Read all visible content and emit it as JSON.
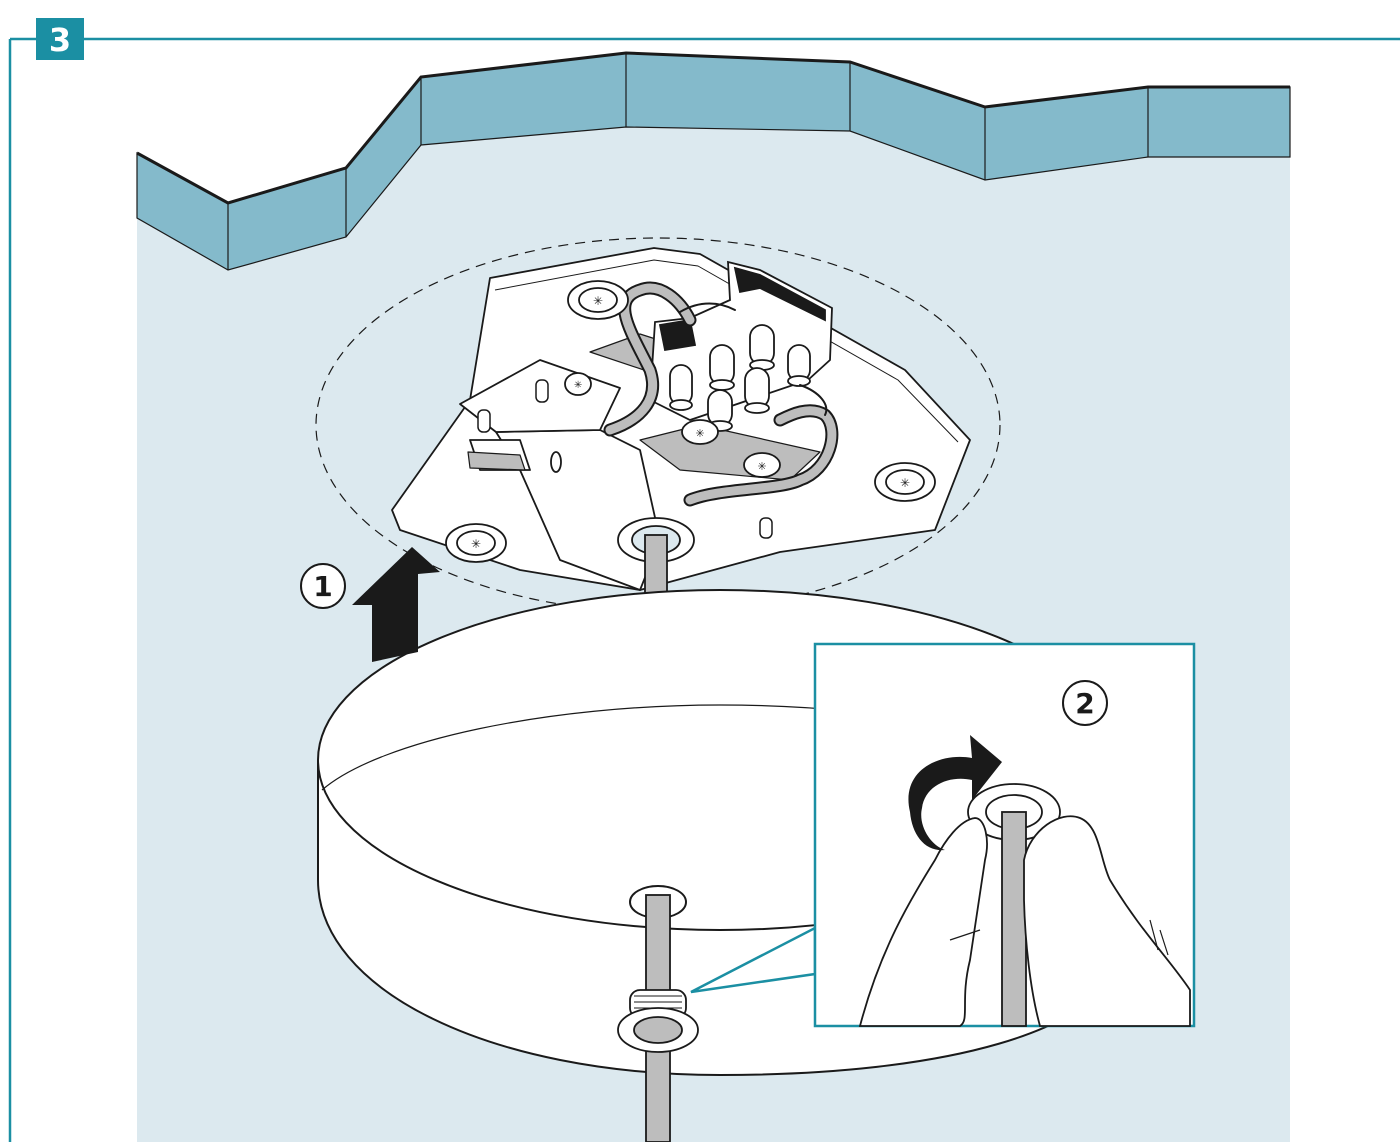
{
  "step": {
    "number": "3"
  },
  "callouts": [
    {
      "label": "1"
    },
    {
      "label": "2"
    }
  ],
  "colors": {
    "accent": "#1b8fa3",
    "ceiling_panel": "#84bacb",
    "ceiling_surface": "#dce9ef",
    "outline": "#1a1a1a",
    "cable": "#bdbdbd"
  },
  "icons": [
    "up-arrow-icon",
    "curved-rotate-arrow-icon",
    "screw-icon"
  ]
}
